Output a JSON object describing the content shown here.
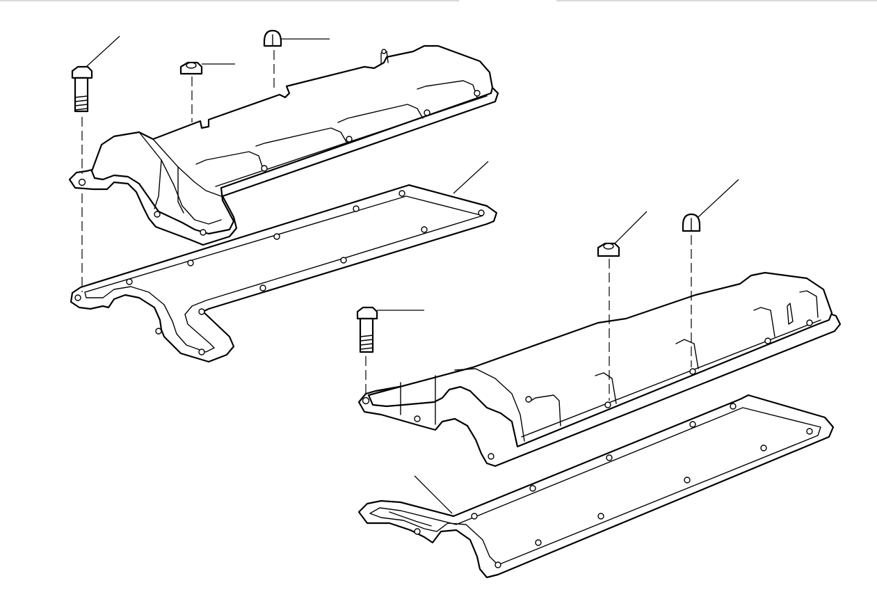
{
  "diagram": {
    "colors": {
      "line": "#000000",
      "background": "#ffffff"
    },
    "parts": [
      {
        "name": "upper-hex-bolt"
      },
      {
        "name": "upper-collar-nut"
      },
      {
        "name": "upper-cap-nut"
      },
      {
        "name": "upper-cylinder-head-cover"
      },
      {
        "name": "upper-cover-gasket"
      },
      {
        "name": "lower-hex-bolt"
      },
      {
        "name": "lower-collar-nut"
      },
      {
        "name": "lower-cap-nut"
      },
      {
        "name": "lower-cylinder-head-cover"
      },
      {
        "name": "lower-cover-gasket"
      }
    ]
  }
}
